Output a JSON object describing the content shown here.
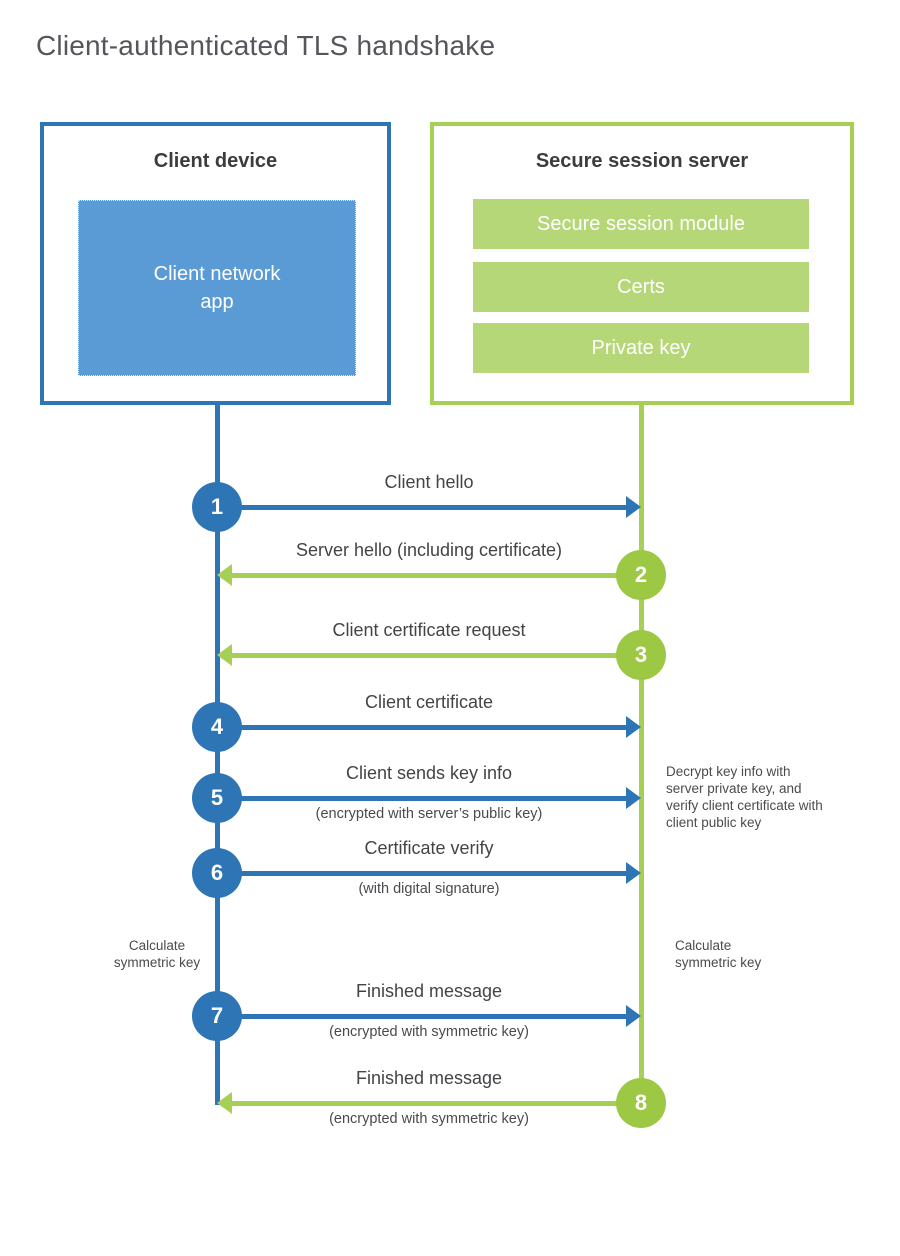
{
  "diagram": {
    "title": "Client-authenticated TLS handshake"
  },
  "client_box": {
    "title": "Client device",
    "app_label": "Client network app"
  },
  "server_box": {
    "title": "Secure session server",
    "modules": [
      "Secure session module",
      "Certs",
      "Private key"
    ]
  },
  "steps": [
    {
      "num": "1",
      "label": "Client hello",
      "direction": "client-to-server"
    },
    {
      "num": "2",
      "label": "Server hello (including certificate)",
      "direction": "server-to-client"
    },
    {
      "num": "3",
      "label": "Client certificate request",
      "direction": "server-to-client"
    },
    {
      "num": "4",
      "label": "Client certificate",
      "direction": "client-to-server"
    },
    {
      "num": "5",
      "label": "Client sends key info",
      "sub": "(encrypted with server’s public key)",
      "direction": "client-to-server"
    },
    {
      "num": "6",
      "label": "Certificate verify",
      "sub": "(with digital signature)",
      "direction": "client-to-server"
    },
    {
      "num": "7",
      "label": "Finished message",
      "sub": "(encrypted with symmetric key)",
      "direction": "client-to-server"
    },
    {
      "num": "8",
      "label": "Finished message",
      "sub": "(encrypted with symmetric key)",
      "direction": "server-to-client"
    }
  ],
  "annotations": {
    "server_note": "Decrypt key info with server private key, and verify client certificate with client public key",
    "client_calc": "Calculate symmetric key",
    "server_calc": "Calculate symmetric key"
  },
  "colors": {
    "blue": "#2e75b6",
    "blue_fill": "#5b9bd5",
    "green": "#a5cf55",
    "green_fill": "#b5d777"
  }
}
